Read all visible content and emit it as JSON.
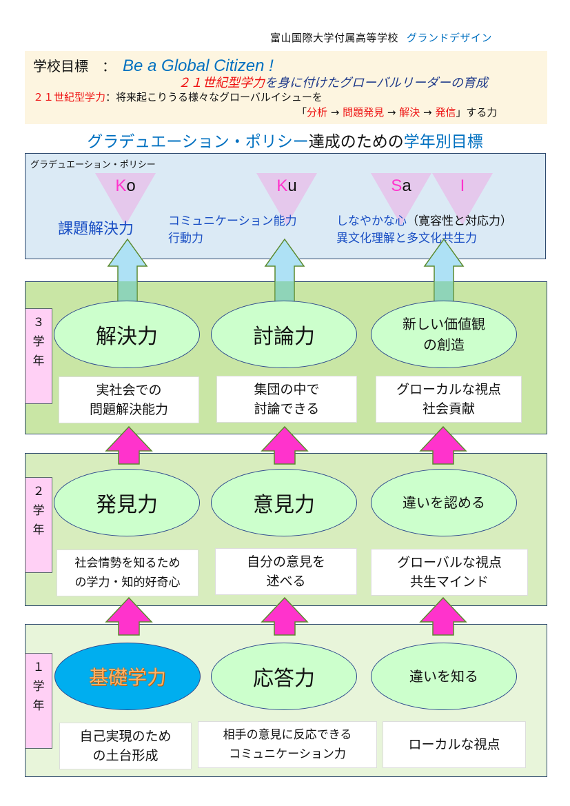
{
  "header": {
    "school_name": "富山国際大学付属高等学校",
    "doc_name": "グランドデザイン"
  },
  "school_goal": {
    "label": "学校目標　：",
    "slogan": "Be a Global Citizen !",
    "subtitle_red": "２１世紀型学力",
    "subtitle_rest": "を身に付けたグローバルリーダーの育成",
    "def_label": "２１世紀型学力",
    "def_text": "：将来起こりうる様々なグローバルイシューを",
    "process_open": "「",
    "process_steps": [
      "分析",
      "問題発見",
      "解決",
      "発信"
    ],
    "process_arrow": " → ",
    "process_close": "」する力"
  },
  "main_title": {
    "part1": "グラデュエーション・ポリシー",
    "part2": "達成のための",
    "part3": "学年別目標"
  },
  "graduation_policy": {
    "label": "グラデュエーション・ポリシー",
    "triangles": [
      {
        "key": "Ko",
        "pink": "K",
        "dark": "o"
      },
      {
        "key": "Ku",
        "pink": "K",
        "dark": "u"
      },
      {
        "key": "Sa",
        "pink": "S",
        "dark": "a"
      },
      {
        "key": "I",
        "pink": "I",
        "dark": ""
      }
    ],
    "competencies": {
      "ko": "課題解決力",
      "ku_line1": "コミュニケーション能力",
      "ku_line2": "行動力",
      "sai_line1_blue": "しなやかな心",
      "sai_line1_dark": "（寛容性と対応力）",
      "sai_line2": "異文化理解と多文化共生力"
    }
  },
  "years": [
    {
      "label": [
        "３",
        "学",
        "年"
      ],
      "ellipses": [
        {
          "text": [
            "解決力"
          ]
        },
        {
          "text": [
            "討論力"
          ]
        },
        {
          "text": [
            "新しい価値観",
            "の創造"
          ]
        }
      ],
      "notes": [
        {
          "text": [
            "実社会での",
            "問題解決能力"
          ]
        },
        {
          "text": [
            "集団の中で",
            "討論できる"
          ]
        },
        {
          "text": [
            "グローカルな視点",
            "社会貢献"
          ]
        }
      ]
    },
    {
      "label": [
        "２",
        "学",
        "年"
      ],
      "ellipses": [
        {
          "text": [
            "発見力"
          ]
        },
        {
          "text": [
            "意見力"
          ]
        },
        {
          "text": [
            "違いを認める"
          ]
        }
      ],
      "notes": [
        {
          "text": [
            "社会情勢を知るため",
            "の学力・知的好奇心"
          ]
        },
        {
          "text": [
            "自分の意見を",
            "述べる"
          ]
        },
        {
          "text": [
            "グローバルな視点",
            "共生マインド"
          ]
        }
      ]
    },
    {
      "label": [
        "１",
        "学",
        "年"
      ],
      "ellipses": [
        {
          "text": [
            "基礎学力"
          ]
        },
        {
          "text": [
            "応答力"
          ]
        },
        {
          "text": [
            "違いを知る"
          ]
        }
      ],
      "notes": [
        {
          "text": [
            "自己実現のため",
            "の土台形成"
          ]
        },
        {
          "text": [
            "相手の意見に反応できる",
            "コミュニケーション力"
          ]
        },
        {
          "text": [
            "ローカルな視点"
          ]
        }
      ]
    }
  ],
  "colors": {
    "brand_blue": "#0070c0",
    "accent_red": "#ee1111",
    "policy_bg": "#dbeaf5",
    "triangle": "#e5c8ec",
    "triangle_letter": "#ff33cc",
    "year3_bg": "#c9e6a5",
    "year2_bg": "#d8edbe",
    "year1_bg": "#e8f5da",
    "ellipse_fill": "#ccffcc",
    "highlight_ellipse": "#00aeef",
    "pink_arrow": "#ff33cc",
    "blue_arrow": "#aee1f5",
    "year_label_bg": "#ffd0f5"
  }
}
